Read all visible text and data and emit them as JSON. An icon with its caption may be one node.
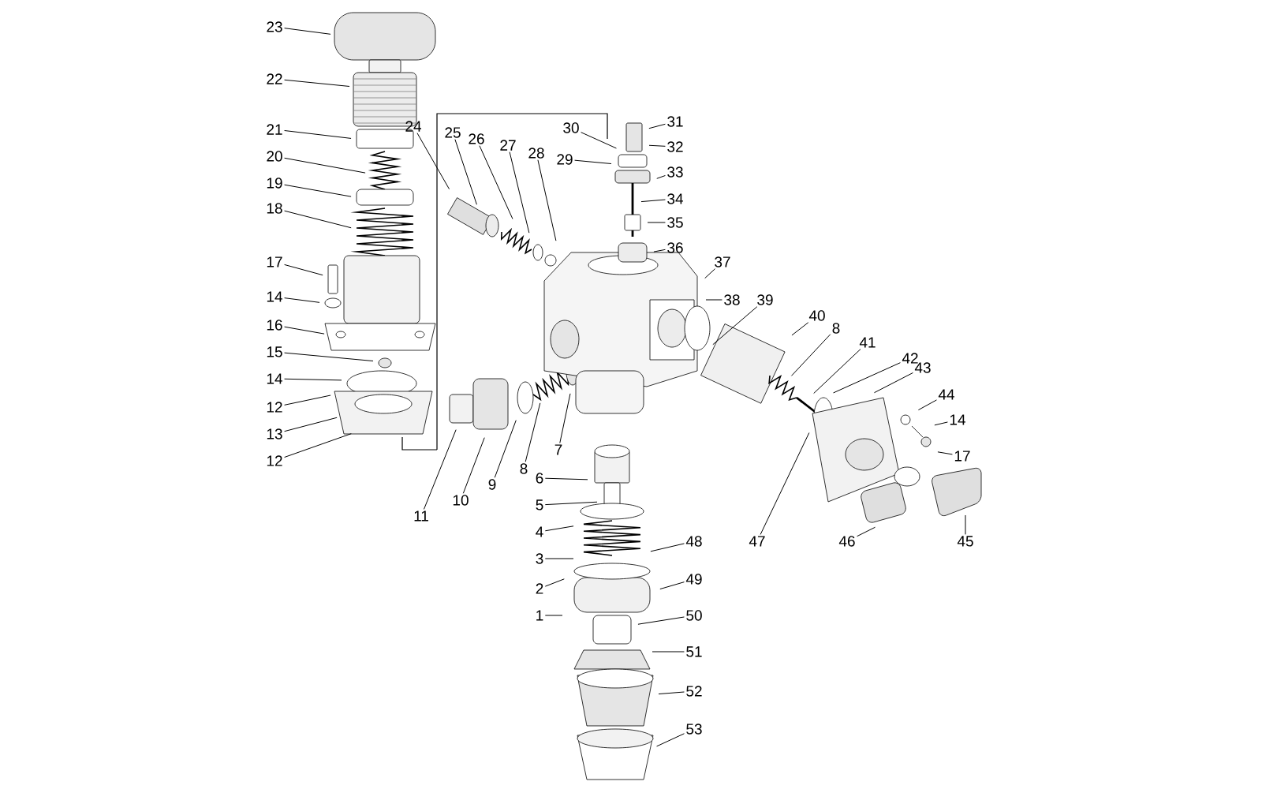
{
  "diagram": {
    "nodes": [
      {
        "text": [
          "23"
        ]
      },
      {
        "text": [
          "22"
        ]
      },
      {
        "text": [
          "21"
        ]
      },
      {
        "text": [
          "20"
        ]
      },
      {
        "text": [
          "19"
        ]
      },
      {
        "text": [
          "18"
        ]
      },
      {
        "text": [
          "17"
        ]
      },
      {
        "text": [
          "14"
        ]
      },
      {
        "text": [
          "16"
        ]
      },
      {
        "text": [
          "15"
        ]
      },
      {
        "text": [
          "14"
        ]
      },
      {
        "text": [
          "12"
        ]
      },
      {
        "text": [
          "13"
        ]
      },
      {
        "text": [
          "12"
        ]
      },
      {
        "text": [
          "24"
        ]
      },
      {
        "text": [
          "25"
        ]
      },
      {
        "text": [
          "26"
        ]
      },
      {
        "text": [
          "27"
        ]
      },
      {
        "text": [
          "28"
        ]
      },
      {
        "text": [
          "30"
        ]
      },
      {
        "text": [
          "29"
        ]
      },
      {
        "text": [
          "31"
        ]
      },
      {
        "text": [
          "32"
        ]
      },
      {
        "text": [
          "33"
        ]
      },
      {
        "text": [
          "34"
        ]
      },
      {
        "text": [
          "35"
        ]
      },
      {
        "text": [
          "36"
        ]
      },
      {
        "text": [
          "37"
        ]
      },
      {
        "text": [
          "38"
        ]
      },
      {
        "text": [
          "39"
        ]
      },
      {
        "text": [
          "40"
        ]
      },
      {
        "text": [
          "8"
        ]
      },
      {
        "text": [
          "41"
        ]
      },
      {
        "text": [
          "42"
        ]
      },
      {
        "text": [
          "43"
        ]
      },
      {
        "text": [
          "44"
        ]
      },
      {
        "text": [
          "14"
        ]
      },
      {
        "text": [
          "17"
        ]
      },
      {
        "text": [
          "7"
        ]
      },
      {
        "text": [
          "8"
        ]
      },
      {
        "text": [
          "9"
        ]
      },
      {
        "text": [
          "10"
        ]
      },
      {
        "text": [
          "11"
        ]
      },
      {
        "text": [
          "6"
        ]
      },
      {
        "text": [
          "5"
        ]
      },
      {
        "text": [
          "4"
        ]
      },
      {
        "text": [
          "3"
        ]
      },
      {
        "text": [
          "2"
        ]
      },
      {
        "text": [
          "1"
        ]
      },
      {
        "text": [
          "48"
        ]
      },
      {
        "text": [
          "49"
        ]
      },
      {
        "text": [
          "50"
        ]
      },
      {
        "text": [
          "51"
        ]
      },
      {
        "text": [
          "52"
        ]
      },
      {
        "text": [
          "53"
        ]
      },
      {
        "text": [
          "47"
        ]
      },
      {
        "text": [
          "46"
        ]
      },
      {
        "text": [
          "45"
        ]
      }
    ],
    "edges": [
      {
        "from": 0,
        "to": null,
        "arrow": "none"
      },
      {
        "from": 1,
        "to": null,
        "arrow": "none"
      },
      {
        "from": 2,
        "to": null,
        "arrow": "none"
      },
      {
        "from": 3,
        "to": null,
        "arrow": "none"
      },
      {
        "from": 4,
        "to": null,
        "arrow": "none"
      },
      {
        "from": 5,
        "to": null,
        "arrow": "none"
      },
      {
        "from": 6,
        "to": null,
        "arrow": "none"
      },
      {
        "from": 7,
        "to": null,
        "arrow": "none"
      },
      {
        "from": 8,
        "to": null,
        "arrow": "none"
      },
      {
        "from": 9,
        "to": null,
        "arrow": "none"
      },
      {
        "from": 10,
        "to": null,
        "arrow": "none"
      },
      {
        "from": 11,
        "to": null,
        "arrow": "none"
      },
      {
        "from": 12,
        "to": null,
        "arrow": "none"
      },
      {
        "from": 13,
        "to": null,
        "arrow": "none"
      },
      {
        "from": 14,
        "to": null,
        "arrow": "none"
      },
      {
        "from": 15,
        "to": null,
        "arrow": "none"
      },
      {
        "from": 16,
        "to": null,
        "arrow": "none"
      },
      {
        "from": 17,
        "to": null,
        "arrow": "none"
      },
      {
        "from": 18,
        "to": null,
        "arrow": "none"
      },
      {
        "from": 19,
        "to": null,
        "arrow": "none"
      },
      {
        "from": 20,
        "to": null,
        "arrow": "none"
      },
      {
        "from": 21,
        "to": null,
        "arrow": "none"
      },
      {
        "from": 22,
        "to": null,
        "arrow": "none"
      },
      {
        "from": 23,
        "to": null,
        "arrow": "none"
      },
      {
        "from": 24,
        "to": null,
        "arrow": "none"
      },
      {
        "from": 25,
        "to": null,
        "arrow": "none"
      },
      {
        "from": 26,
        "to": null,
        "arrow": "none"
      },
      {
        "from": 27,
        "to": null,
        "arrow": "none"
      },
      {
        "from": 28,
        "to": null,
        "arrow": "none"
      },
      {
        "from": 29,
        "to": null,
        "arrow": "none"
      },
      {
        "from": 30,
        "to": null,
        "arrow": "none"
      },
      {
        "from": 31,
        "to": null,
        "arrow": "none"
      },
      {
        "from": 32,
        "to": null,
        "arrow": "none"
      },
      {
        "from": 33,
        "to": null,
        "arrow": "none"
      },
      {
        "from": 34,
        "to": null,
        "arrow": "none"
      },
      {
        "from": 35,
        "to": null,
        "arrow": "none"
      },
      {
        "from": 36,
        "to": null,
        "arrow": "none"
      },
      {
        "from": 37,
        "to": null,
        "arrow": "none"
      },
      {
        "from": 38,
        "to": null,
        "arrow": "none"
      },
      {
        "from": 39,
        "to": null,
        "arrow": "none"
      },
      {
        "from": 40,
        "to": null,
        "arrow": "none"
      },
      {
        "from": 41,
        "to": null,
        "arrow": "none"
      },
      {
        "from": 42,
        "to": null,
        "arrow": "none"
      },
      {
        "from": 43,
        "to": null,
        "arrow": "none"
      },
      {
        "from": 44,
        "to": null,
        "arrow": "none"
      },
      {
        "from": 45,
        "to": null,
        "arrow": "none"
      },
      {
        "from": 46,
        "to": null,
        "arrow": "none"
      },
      {
        "from": 47,
        "to": null,
        "arrow": "none"
      },
      {
        "from": 48,
        "to": null,
        "arrow": "none"
      },
      {
        "from": 49,
        "to": null,
        "arrow": "none"
      },
      {
        "from": 50,
        "to": null,
        "arrow": "none"
      },
      {
        "from": 51,
        "to": null,
        "arrow": "none"
      },
      {
        "from": 52,
        "to": null,
        "arrow": "none"
      },
      {
        "from": 53,
        "to": null,
        "arrow": "none"
      },
      {
        "from": 54,
        "to": null,
        "arrow": "none"
      },
      {
        "from": 55,
        "to": null,
        "arrow": "none"
      },
      {
        "from": 56,
        "to": null,
        "arrow": "none"
      },
      {
        "from": 57,
        "to": null,
        "arrow": "none"
      }
    ]
  }
}
